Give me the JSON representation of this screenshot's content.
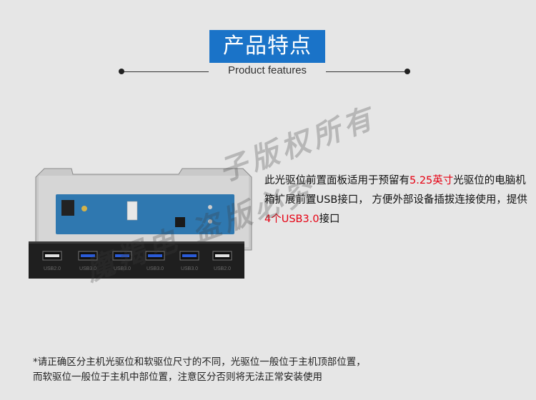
{
  "header": {
    "title": "产品特点",
    "subtitle": "Product features"
  },
  "description": {
    "part1": "此光驱位前置面板适用于预留有",
    "highlight1": "5.25英寸",
    "part2": "光驱位的电脑机箱扩展前置USB接口，  方便外部设备插拔连接使用，提供",
    "highlight2": "4个USB3.0",
    "part3": "接口"
  },
  "note": {
    "line1": "*请正确区分主机光驱位和软驱位尺寸的不同，光驱位一般位于主机顶部位置，",
    "line2": "而软驱位一般位于主机中部位置，注意区分否则将无法正常安装使用"
  },
  "product": {
    "ports": [
      "USB2.0",
      "USB3.0",
      "USB3.0",
      "USB3.0",
      "USB3.0",
      "USB2.0"
    ]
  },
  "watermark": {
    "line1": "子版权所有",
    "line2": "魔羯电 盗版必究"
  },
  "colors": {
    "background": "#e6e6e6",
    "title_badge": "#1a73c8",
    "highlight": "#e60012",
    "port_blue": "#2a5bd7"
  }
}
